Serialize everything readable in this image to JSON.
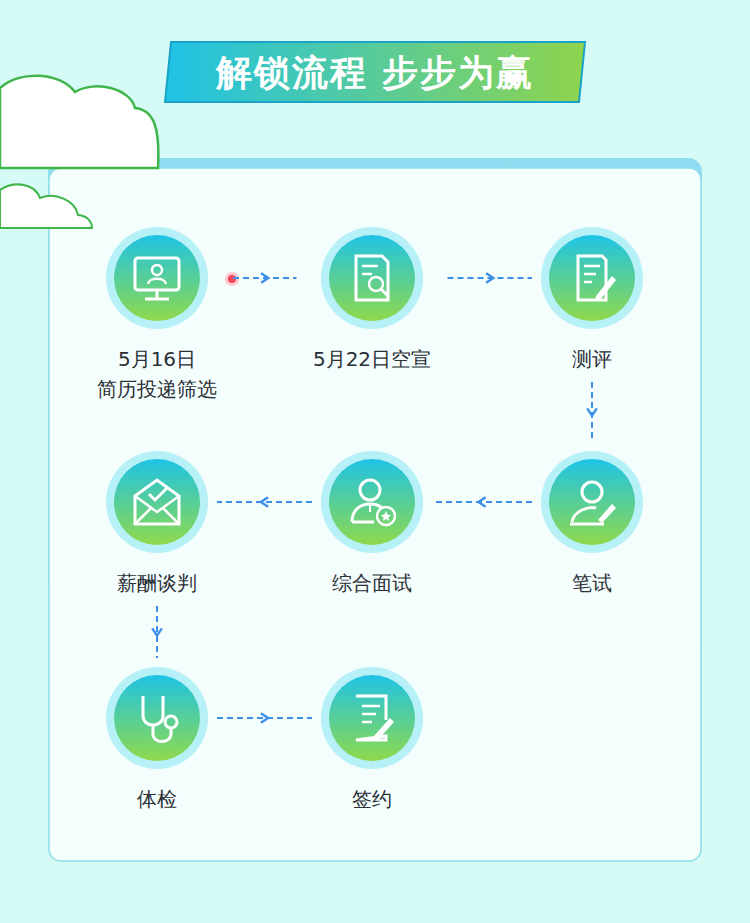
{
  "diagram": {
    "title": "解锁流程 步步为赢",
    "nodes": [
      {
        "text": [
          "5月16日 简历投递筛选"
        ]
      },
      {
        "text": [
          "5月22日空宣"
        ]
      },
      {
        "text": [
          "测评"
        ]
      },
      {
        "text": [
          "笔试"
        ]
      },
      {
        "text": [
          "综合面试"
        ]
      },
      {
        "text": [
          "薪酬谈判"
        ]
      },
      {
        "text": [
          "体检"
        ]
      },
      {
        "text": [
          "签约"
        ]
      }
    ],
    "edges": [
      {
        "from": 0,
        "to": 1,
        "arrow": "to"
      },
      {
        "from": 1,
        "to": 2,
        "arrow": "to"
      },
      {
        "from": 2,
        "to": 3,
        "arrow": "to"
      },
      {
        "from": 3,
        "to": 4,
        "arrow": "to"
      },
      {
        "from": 4,
        "to": 5,
        "arrow": "to"
      },
      {
        "from": 5,
        "to": 6,
        "arrow": "to"
      },
      {
        "from": 6,
        "to": 7,
        "arrow": "to"
      }
    ]
  }
}
